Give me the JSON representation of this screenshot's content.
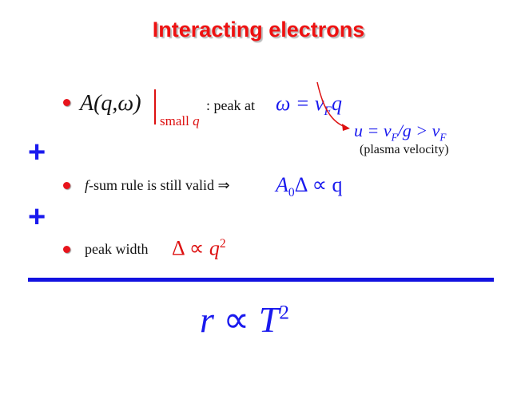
{
  "title": "Interacting electrons",
  "bullets": [
    {
      "formula_A": "A",
      "formula_args": "(q,ω)",
      "subscript_small": "small ",
      "subscript_q": "q",
      "peak_text": ": peak at",
      "omega_lhs": "ω",
      "omega_eq": " = v",
      "omega_sub": "F",
      "omega_q": "q",
      "u_lhs": "u",
      "u_eq": " = v",
      "u_sub": "F",
      "u_over": "/g > v",
      "u_sub2": "F",
      "plasma": "(plasma velocity)"
    },
    {
      "f": "f",
      "text": "-sum rule is still valid  ⇒",
      "A": "A",
      "A_sub": "0",
      "rest": "Δ ∝ q"
    },
    {
      "text": "peak width",
      "delta": "Δ ∝ ",
      "q": "q",
      "exp": "2"
    }
  ],
  "plus_sign": "+",
  "conclusion": {
    "r": "r",
    "prop": " ∝ ",
    "T": "T",
    "exp": "2"
  },
  "colors": {
    "title": "#ee1111",
    "blue": "#1a1aee",
    "red": "#dd1111",
    "bullet": "#e8141c"
  }
}
